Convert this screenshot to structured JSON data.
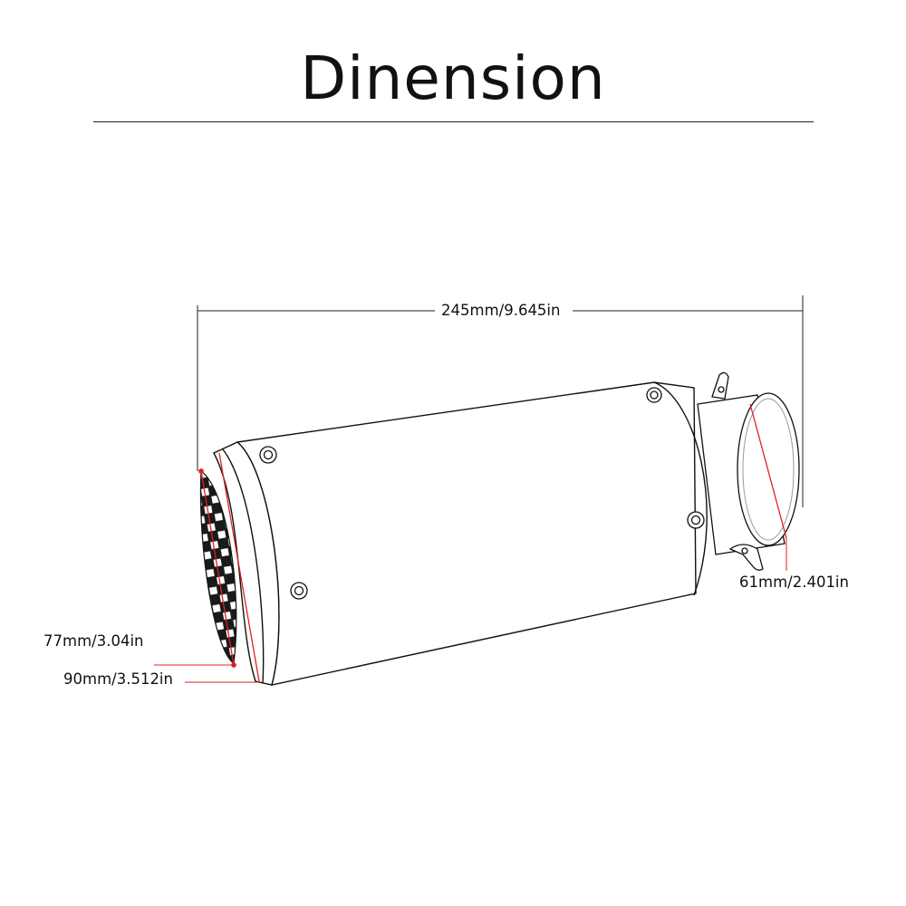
{
  "header": {
    "title": "Dinension"
  },
  "dimensions": {
    "overall_length": "245mm/9.645in",
    "outlet_diameter": "61mm/2.401in",
    "inner_tip_diameter": "77mm/3.04in",
    "outer_tip_diameter": "90mm/3.512in"
  },
  "colors": {
    "outline": "#111111",
    "dimension_line": "#e02020",
    "background": "#ffffff"
  }
}
